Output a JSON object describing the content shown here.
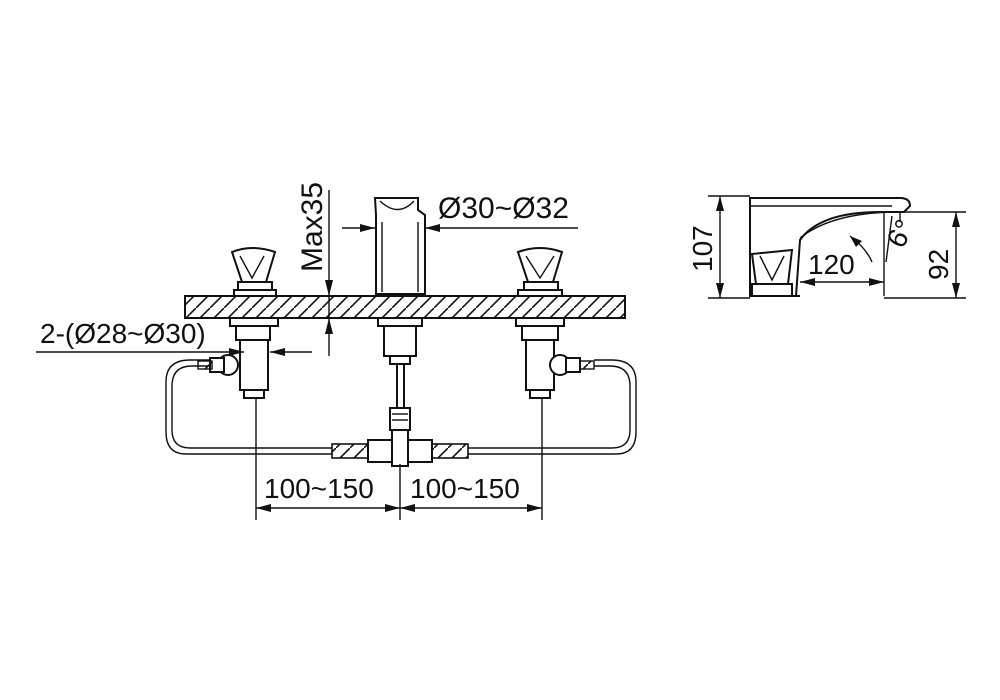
{
  "labels": {
    "max_height": "Max35",
    "spout_hole": "Ø30~Ø32",
    "handle_holes": "2-(Ø28~Ø30)",
    "spacing_left": "100~150",
    "spacing_right": "100~150",
    "total_height": "107",
    "reach": "120",
    "angle": "6°",
    "outlet_height": "92"
  },
  "colors": {
    "line": "#111111",
    "background": "#ffffff"
  }
}
